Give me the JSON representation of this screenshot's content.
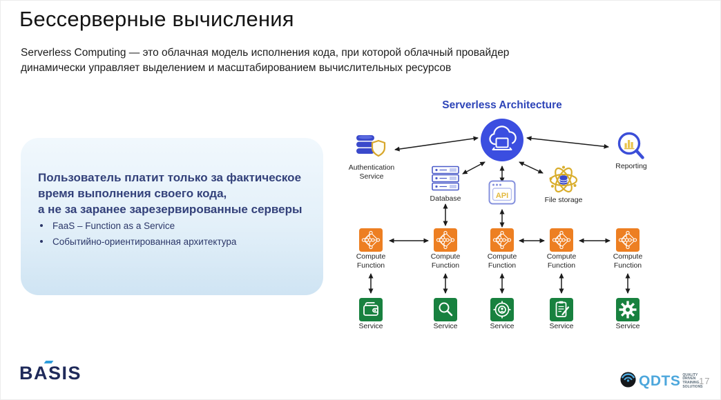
{
  "slide": {
    "title": "Бессерверные вычисления",
    "subtitle": "Serverless Computing — это облачная модель исполнения кода, при которой облачный провайдер\nдинамически управляет выделением и масштабированием вычислительных ресурсов",
    "page_number": "17"
  },
  "info_box": {
    "text": "Пользователь платит только за фактическое\nвремя выполнения своего кода,\nа не за заранее зарезервированные серверы",
    "bullets": [
      "FaaS – Function as a Service",
      "Событийно-ориентированная архитектура"
    ]
  },
  "diagram": {
    "title": "Serverless Architecture",
    "center_node": {
      "icon": "cloud-laptop-icon"
    },
    "peripherals": [
      {
        "label": "Authentication\nService",
        "icon": "database-shield-icon"
      },
      {
        "label": "Database",
        "icon": "server-rack-icon"
      },
      {
        "label": "API",
        "icon": "api-window-icon"
      },
      {
        "label": "File storage",
        "icon": "atom-storage-icon"
      },
      {
        "label": "Reporting",
        "icon": "magnifier-chart-icon"
      }
    ],
    "compute_nodes": [
      {
        "label": "Compute\nFunction",
        "icon": "network-graph-icon"
      },
      {
        "label": "Compute\nFunction",
        "icon": "network-graph-icon"
      },
      {
        "label": "Compute\nFunction",
        "icon": "network-graph-icon"
      },
      {
        "label": "Compute\nFunction",
        "icon": "network-graph-icon"
      },
      {
        "label": "Compute\nFunction",
        "icon": "network-graph-icon"
      }
    ],
    "service_nodes": [
      {
        "label": "Service",
        "icon": "wallet-icon"
      },
      {
        "label": "Service",
        "icon": "search-icon"
      },
      {
        "label": "Service",
        "icon": "target-icon"
      },
      {
        "label": "Service",
        "icon": "clipboard-pen-icon"
      },
      {
        "label": "Service",
        "icon": "gear-icon"
      }
    ]
  },
  "footer": {
    "basis": "BASIS",
    "qdts": "QDTS",
    "qdts_tagline": "QUALITY\nDRIVEN\nTRAINING\nSOLUTIONS"
  },
  "colors": {
    "diagram_blue": "#3b4ee0",
    "diagram_title_blue": "#2d44b8",
    "compute_orange": "#ed7f22",
    "service_green": "#18813f",
    "gold": "#d9a62a",
    "info_box_bg": "#e3f0f9",
    "info_text_navy": "#33417a",
    "qdts_blue": "#4da7dc",
    "basis_navy": "#1f2a5a"
  }
}
